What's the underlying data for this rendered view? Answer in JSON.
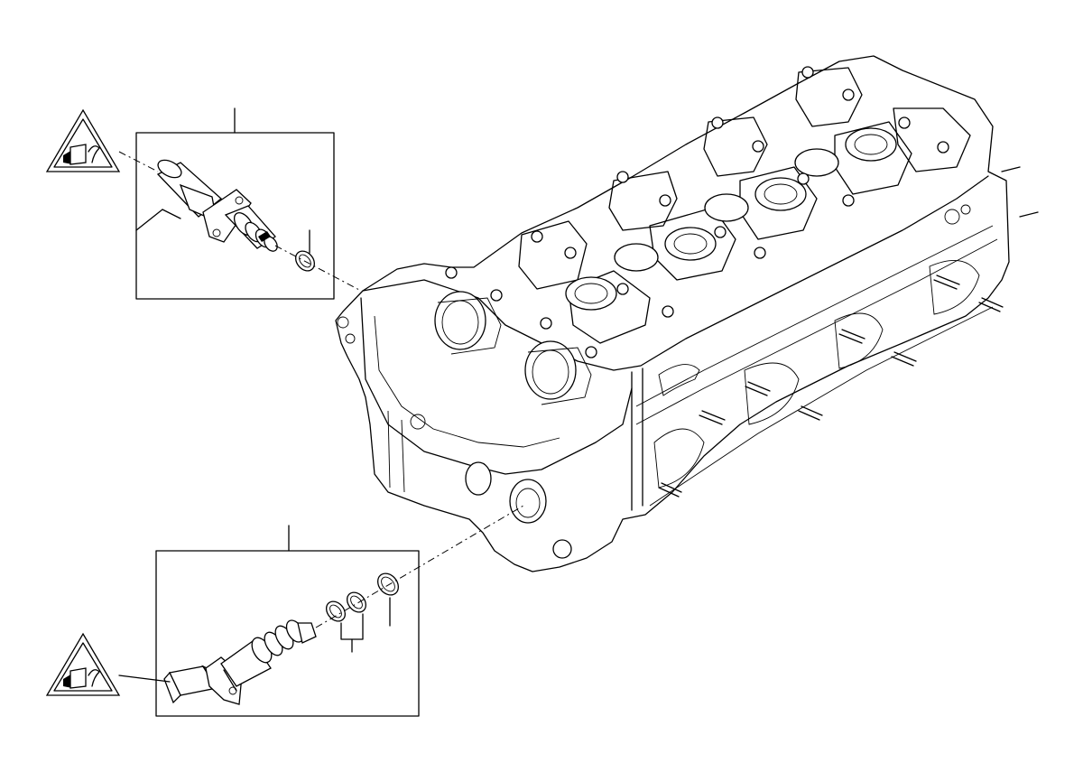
{
  "diagram": {
    "description_labels": [],
    "parts": [
      {
        "name": "vanos-solenoid-valve-intake"
      },
      {
        "name": "vanos-solenoid-valve-exhaust"
      },
      {
        "name": "cylinder-head"
      },
      {
        "name": "o-ring"
      },
      {
        "name": "sealing-ring-pair"
      }
    ],
    "icons": [
      "connector-warning-icon",
      "connector-warning-icon"
    ],
    "colors": {
      "line": "#000000",
      "background": "#ffffff"
    }
  }
}
